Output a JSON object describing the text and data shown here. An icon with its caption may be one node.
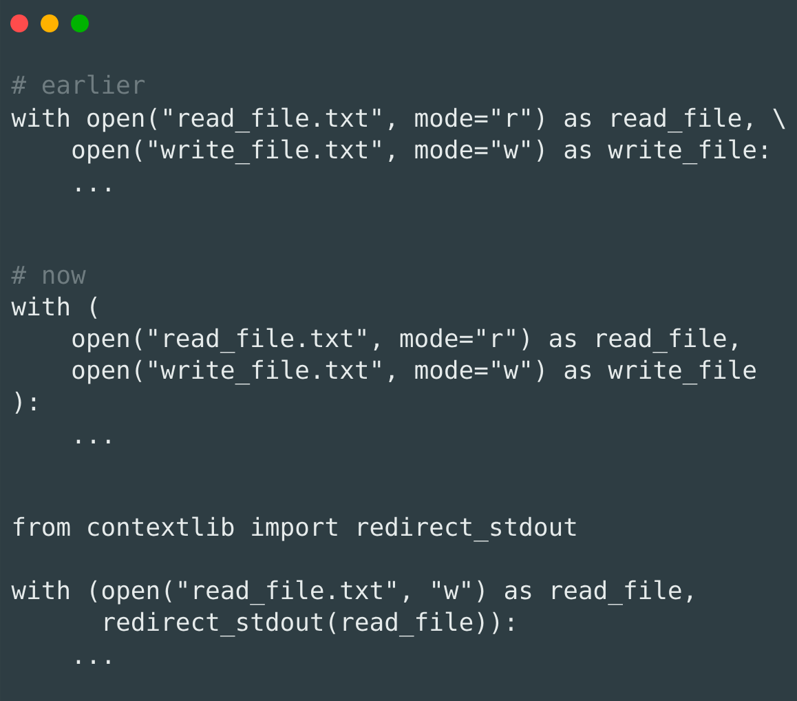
{
  "diagram": {
    "labels": [
      "# earlier",
      "with open(\"read_file.txt\", mode=\"r\") as read_file, \\",
      "open(\"write_file.txt\", mode=\"w\") as write_file:",
      "...",
      "# now",
      "with (",
      "open(\"read_file.txt\", mode=\"r\") as read_file,",
      "open(\"write_file.txt\", mode=\"w\") as write_file",
      "):",
      "...",
      "from contextlib import redirect_stdout",
      "with (open(\"read_file.txt\", \"w\") as read_file,",
      "redirect_stdout(read_file)):",
      "..."
    ]
  }
}
